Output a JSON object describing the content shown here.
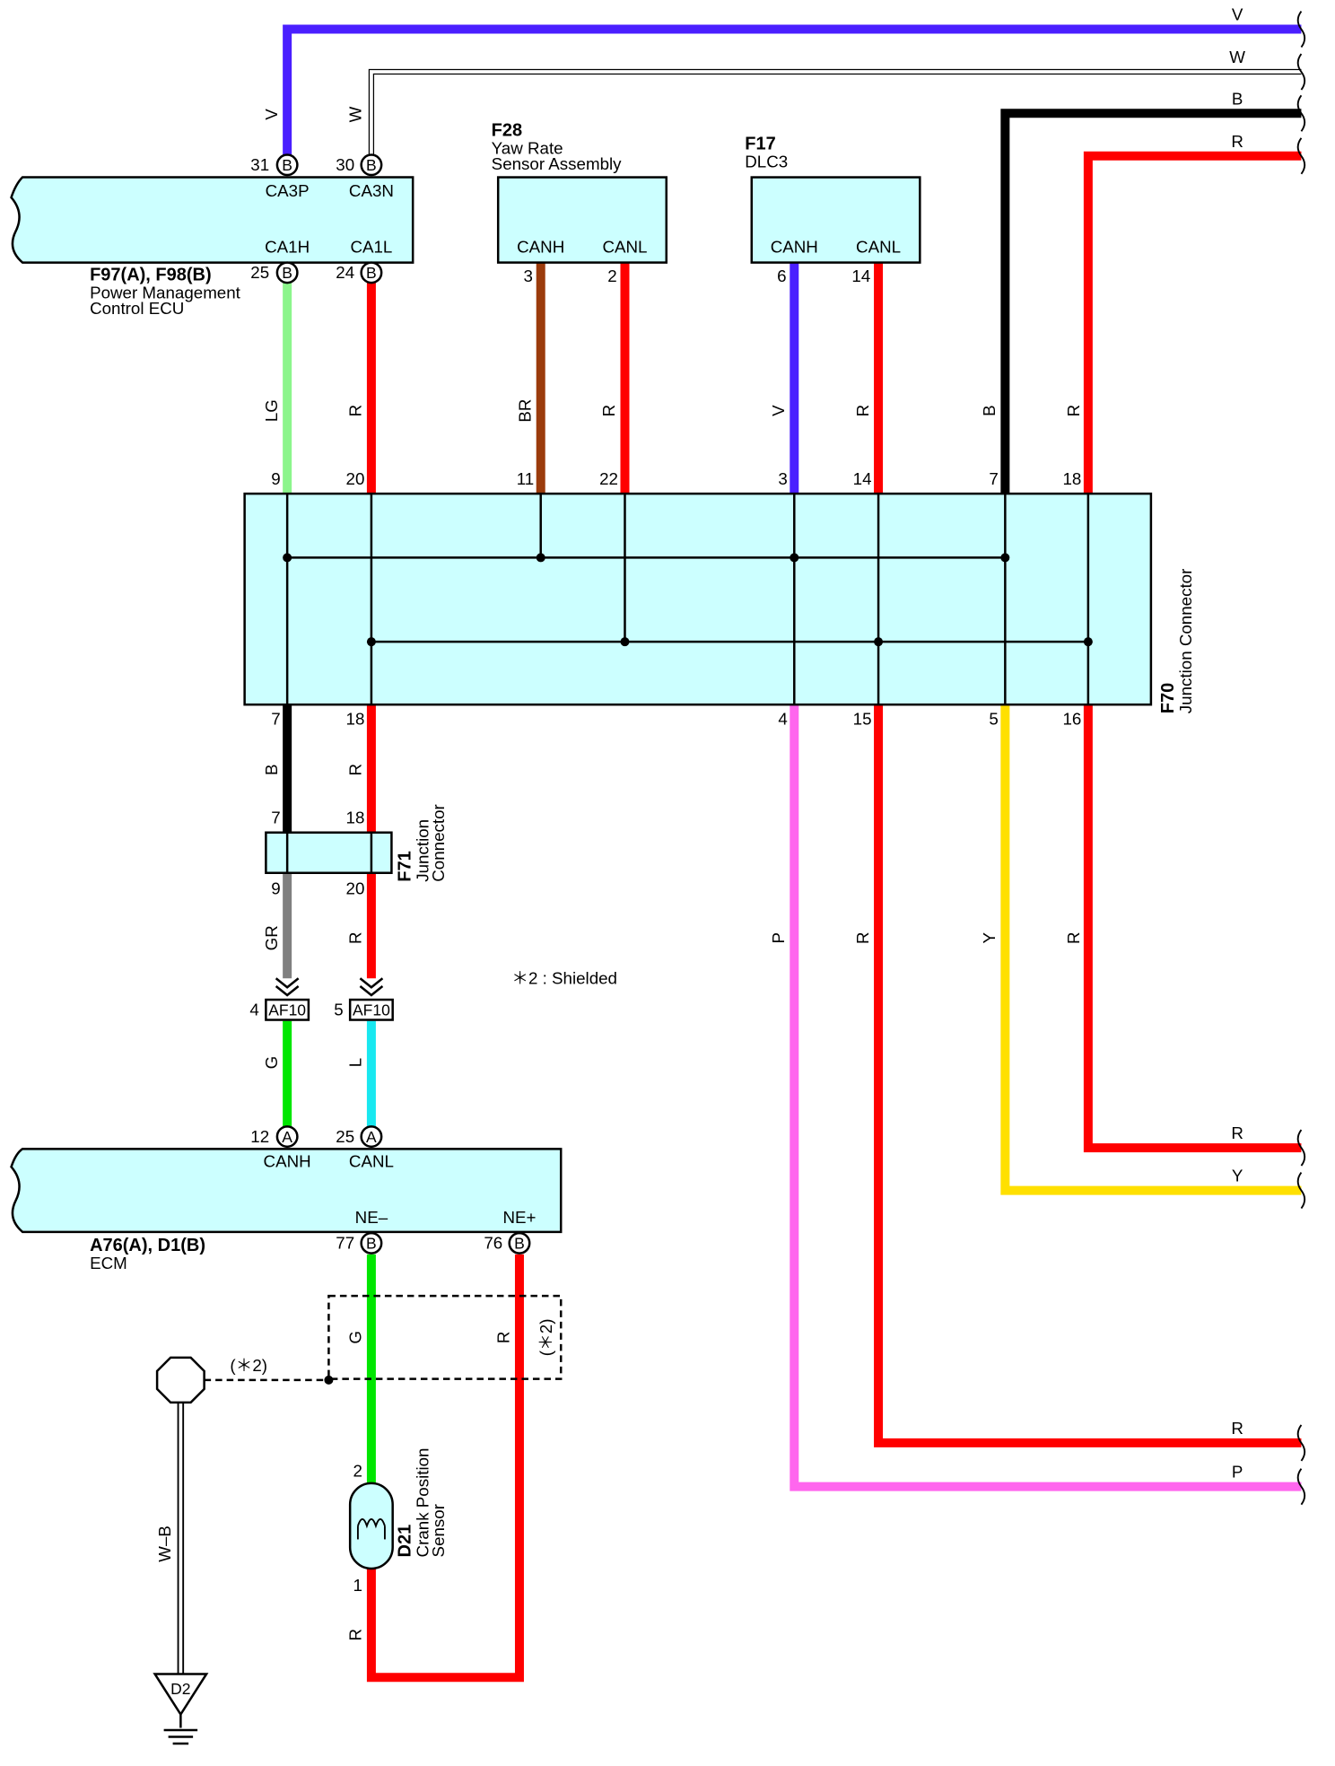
{
  "colors": {
    "V": "#4a1fff",
    "W": "#ffffff",
    "B": "#000000",
    "R": "#ff0000",
    "LG": "#8cf58c",
    "BR": "#9b3b0c",
    "G": "#00e600",
    "L": "#18e8f0",
    "GR": "#808080",
    "P": "#ff66ee",
    "Y": "#ffe000",
    "box_fill": "#ccffff"
  },
  "wire_codes": {
    "V": "V",
    "W": "W",
    "B": "B",
    "R": "R",
    "LG": "LG",
    "BR": "BR",
    "G": "G",
    "L": "L",
    "GR": "GR",
    "P": "P",
    "Y": "Y",
    "WB": "W–B"
  },
  "pmecu": {
    "code": "F97(A), F98(B)",
    "name_line1": "Power Management",
    "name_line2": "Control ECU",
    "terminals": {
      "ca3p": "CA3P",
      "ca3n": "CA3N",
      "ca1h": "CA1H",
      "ca1l": "CA1L",
      "pin31": "31",
      "pin30": "30",
      "pin25": "25",
      "pin24": "24",
      "conn": "B"
    }
  },
  "yaw": {
    "code": "F28",
    "name_line1": "Yaw Rate",
    "name_line2": "Sensor Assembly",
    "canh": "CANH",
    "canl": "CANL",
    "pin_h": "3",
    "pin_l": "2"
  },
  "dlc3": {
    "code": "F17",
    "name": "DLC3",
    "canh": "CANH",
    "canl": "CANL",
    "pin_h": "6",
    "pin_l": "14"
  },
  "f70": {
    "code": "F70",
    "name": "Junction Connector",
    "top_pins": [
      "9",
      "20",
      "11",
      "22",
      "3",
      "14",
      "7",
      "18"
    ],
    "bottom_pins": [
      "7",
      "18",
      "4",
      "15",
      "5",
      "16"
    ]
  },
  "f71": {
    "code": "F71",
    "name_line1": "Junction",
    "name_line2": "Connector",
    "pins": [
      "7",
      "18",
      "9",
      "20"
    ]
  },
  "af10": {
    "label": "AF10",
    "pin_a": "4",
    "pin_b": "5"
  },
  "note": "＊2 : Shielded",
  "ecm": {
    "code": "A76(A), D1(B)",
    "name": "ECM",
    "canh": "CANH",
    "canl": "CANL",
    "ne_minus": "NE–",
    "ne_plus": "NE+",
    "pin12": "12",
    "pin25": "25",
    "pin77": "77",
    "pin76": "76",
    "conn_a": "A",
    "conn_b": "B"
  },
  "shield_label": "(＊2)",
  "crank": {
    "code": "D21",
    "name_line1": "Crank Position",
    "name_line2": "Sensor",
    "pin2": "2",
    "pin1": "1"
  },
  "ground": {
    "code": "D2"
  }
}
